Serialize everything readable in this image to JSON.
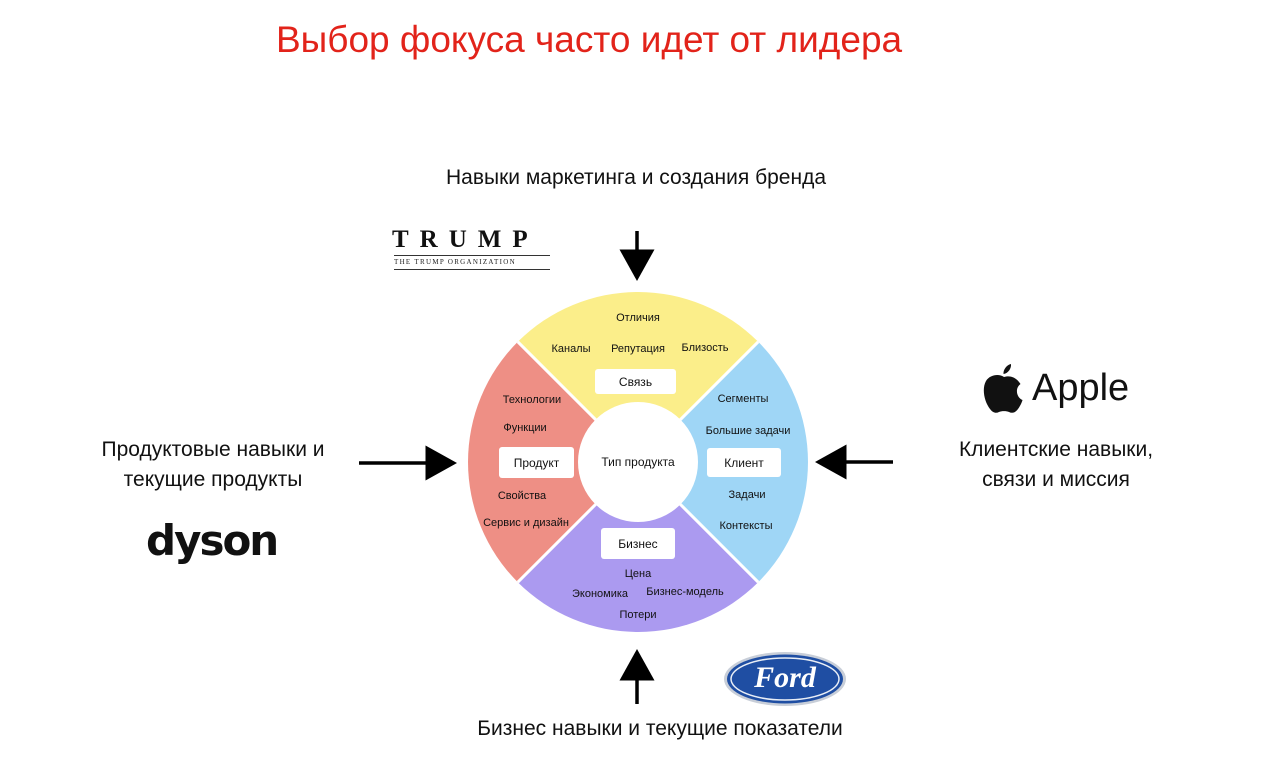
{
  "title": "Выбор фокуса часто идет от лидера",
  "captions": {
    "top": "Навыки маркетинга и создания бренда",
    "left": "Продуктовые навыки и текущие продукты",
    "right": "Клиентские навыки, связи и миссия",
    "bottom": "Бизнес навыки и текущие показатели"
  },
  "wheel": {
    "center": "Тип продукта",
    "segments": {
      "top": {
        "label": "Связь",
        "items": [
          "Отличия",
          "Каналы",
          "Репутация",
          "Близость"
        ],
        "color": "#fbee8a"
      },
      "right": {
        "label": "Клиент",
        "items": [
          "Сегменты",
          "Большие задачи",
          "Задачи",
          "Контексты"
        ],
        "color": "#9fd6f6"
      },
      "bottom": {
        "label": "Бизнес",
        "items": [
          "Цена",
          "Экономика",
          "Бизнес-модель",
          "Потери"
        ],
        "color": "#ab9af0"
      },
      "left": {
        "label": "Продукт",
        "items": [
          "Технологии",
          "Функции",
          "Свойства",
          "Сервис и дизайн"
        ],
        "color": "#ee8f85"
      }
    }
  },
  "logos": {
    "trump": {
      "word": "TRUMP",
      "subtitle": "THE TRUMP ORGANIZATION"
    },
    "apple": {
      "word": "Apple",
      "icon": "apple-icon"
    },
    "dyson": {
      "word": "dyson"
    },
    "ford": {
      "word": "Ford",
      "color": "#1f4ea3"
    }
  },
  "colors": {
    "title": "#e2231a",
    "arrow": "#000000"
  }
}
